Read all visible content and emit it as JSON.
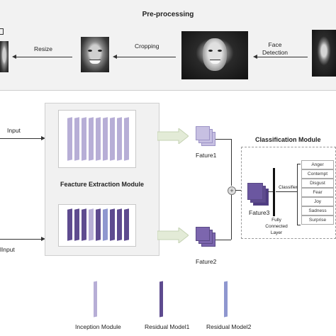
{
  "preprocessing": {
    "title": "Pre-processing",
    "steps": [
      "Resize",
      "Cropping",
      "Face\nDetection"
    ]
  },
  "inputs": [
    "Input",
    "lInput"
  ],
  "feature_extraction": {
    "title": "Feacture Extraction Module"
  },
  "features": [
    "Fature1",
    "Fature2",
    "Fature3"
  ],
  "fully_connected_label": "Fully Connected\nLayer",
  "classification": {
    "title": "Classification Module",
    "classifier_label": "Classifier",
    "classes": [
      "Anger",
      "Contempt",
      "Disgust",
      "Fear",
      "Joy",
      "Sadness",
      "Surprise"
    ]
  },
  "legend": [
    "Inception Module",
    "Residual Model1",
    "Residual Model2"
  ],
  "colors": {
    "inception": "#b7aed6",
    "residual1": "#5e4b8f",
    "residual2": "#8f97cf",
    "arrow_fill": "#e3ebd7"
  }
}
